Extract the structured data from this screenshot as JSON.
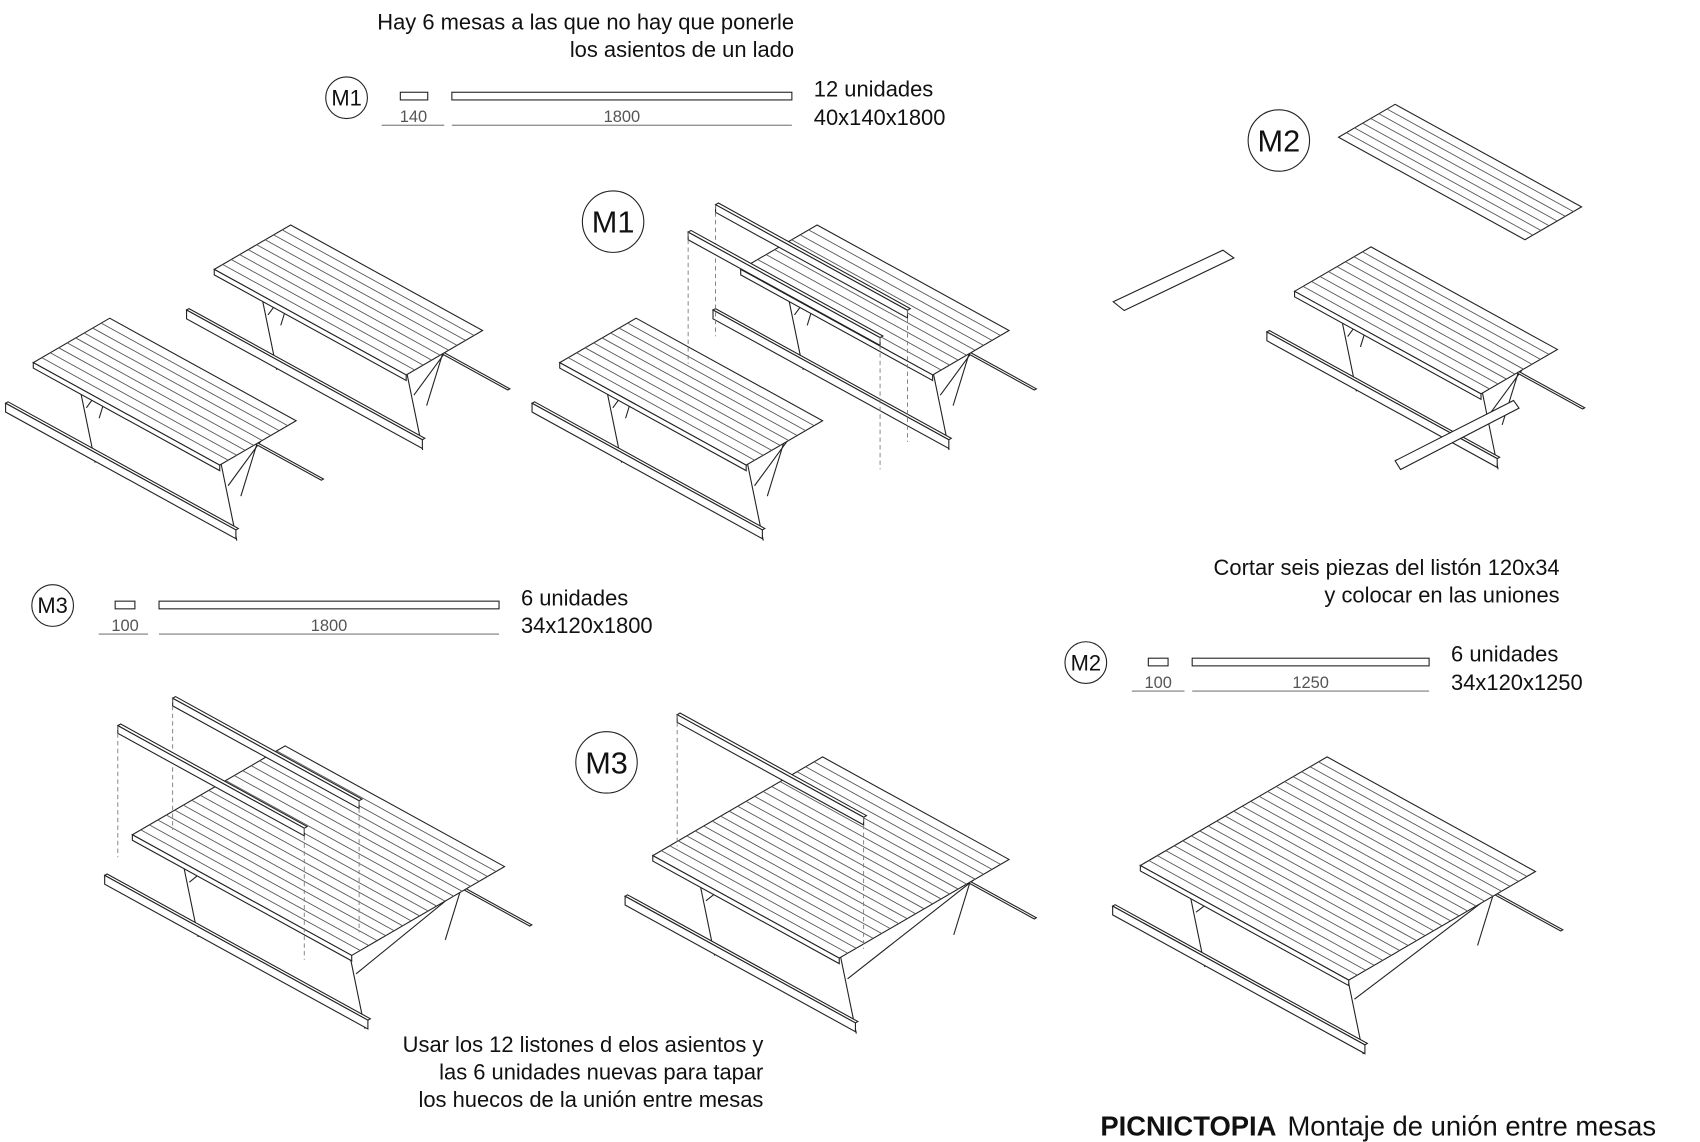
{
  "notes": {
    "m1_line1": "Hay 6 mesas a las que no hay que ponerle",
    "m1_line2": "los asientos de un lado",
    "m2_line1": "Cortar seis piezas del listón 120x34",
    "m2_line2": "y colocar en las uniones",
    "m3_line1": "Usar los 12 listones d elos asientos y",
    "m3_line2": "las 6 unidades nuevas para tapar",
    "m3_line3": "los huecos de la unión entre mesas"
  },
  "pieces": {
    "m1": {
      "label": "M1",
      "width": "140",
      "length": "1800",
      "qty": "12 unidades",
      "size": "40x140x1800"
    },
    "m2": {
      "label": "M2",
      "width": "100",
      "length": "1250",
      "qty": "6 unidades",
      "size": "34x120x1250"
    },
    "m3": {
      "label": "M3",
      "width": "100",
      "length": "1800",
      "qty": "6 unidades",
      "size": "34x120x1800"
    }
  },
  "step_labels": {
    "m1": "M1",
    "m2": "M2",
    "m3": "M3"
  },
  "footer": {
    "brand": "PICNICTOPIA",
    "title": "Montaje de unión entre mesas"
  }
}
